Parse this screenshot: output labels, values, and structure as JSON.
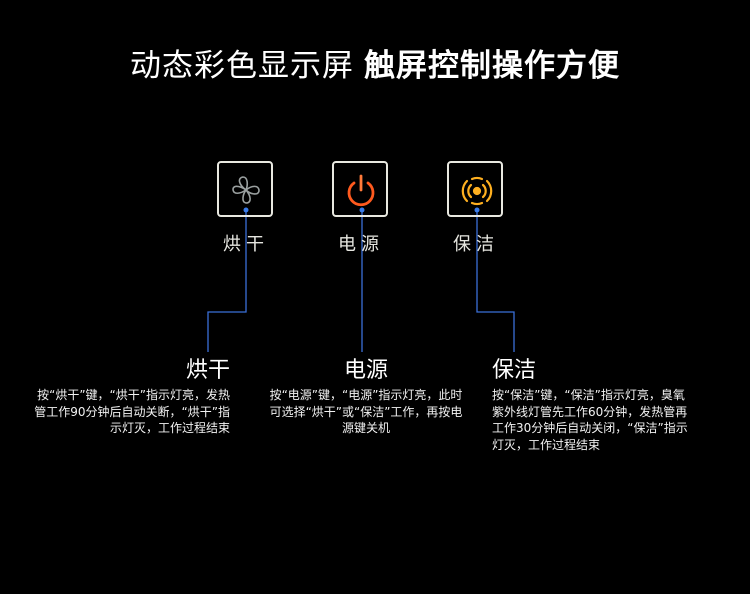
{
  "title": {
    "regular": "动态彩色显示屏",
    "bold": "触屏控制操作方便"
  },
  "buttons": [
    {
      "label": "烘干",
      "icon": "fan-icon"
    },
    {
      "label": "电源",
      "icon": "power-icon"
    },
    {
      "label": "保洁",
      "icon": "sterilize-icon"
    }
  ],
  "descriptions": [
    {
      "heading": "烘干",
      "text": "按“烘干”键，“烘干”指示灯亮，发热管工作90分钟后自动关断，“烘干”指示灯灭，工作过程结束"
    },
    {
      "heading": "电源",
      "text": "按“电源”键，“电源”指示灯亮，此时可选择“烘干”或“保洁”工作，再按电源键关机"
    },
    {
      "heading": "保洁",
      "text": "按“保洁”键，“保洁”指示灯亮，臭氧紫外线灯管先工作60分钟，发热管再工作30分钟后自动关闭，“保洁”指示灯灭，工作过程结束"
    }
  ],
  "colors": {
    "connector": "#3a6fd8",
    "power": "#ff5a1e",
    "sterilize": "#ffb020",
    "fan": "#9aa0a0"
  }
}
